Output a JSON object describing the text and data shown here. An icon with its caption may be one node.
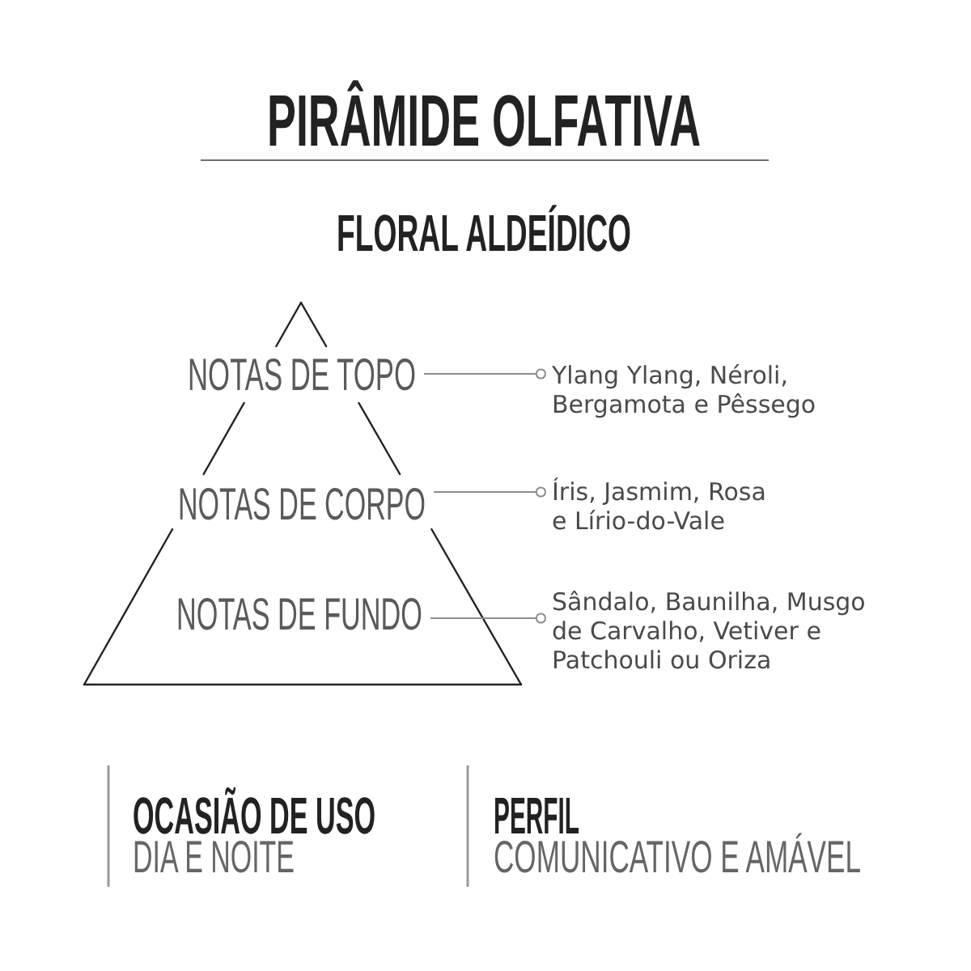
{
  "diagram": {
    "title": "PIRÂMIDE OLFATIVA",
    "nodes": [
      {
        "text": [
          "NOTAS DE TOPO"
        ]
      },
      {
        "text": [
          "Ylang Ylang, Néroli, Bergamota e Pêssego"
        ]
      },
      {
        "text": [
          "NOTAS DE CORPO"
        ]
      },
      {
        "text": [
          "Íris, Jasmim, Rosa e Lírio-do-Vale"
        ]
      },
      {
        "text": [
          "NOTAS DE FUNDO"
        ]
      },
      {
        "text": [
          "Sândalo, Baunilha, Musgo de Carvalho, Vetiver e Patchouli ou Oriza"
        ]
      }
    ],
    "edges": [
      {
        "from": 0,
        "to": 1,
        "arrow": "other"
      },
      {
        "from": 2,
        "to": 3,
        "arrow": "other"
      },
      {
        "from": 4,
        "to": 5,
        "arrow": "other"
      }
    ],
    "labels": [
      "FLORAL ALDEÍDICO",
      "OCASIÃO DE USO",
      "DIA E NOITE",
      "PERFIL",
      "COMUNICATIVO E AMÁVEL"
    ]
  }
}
